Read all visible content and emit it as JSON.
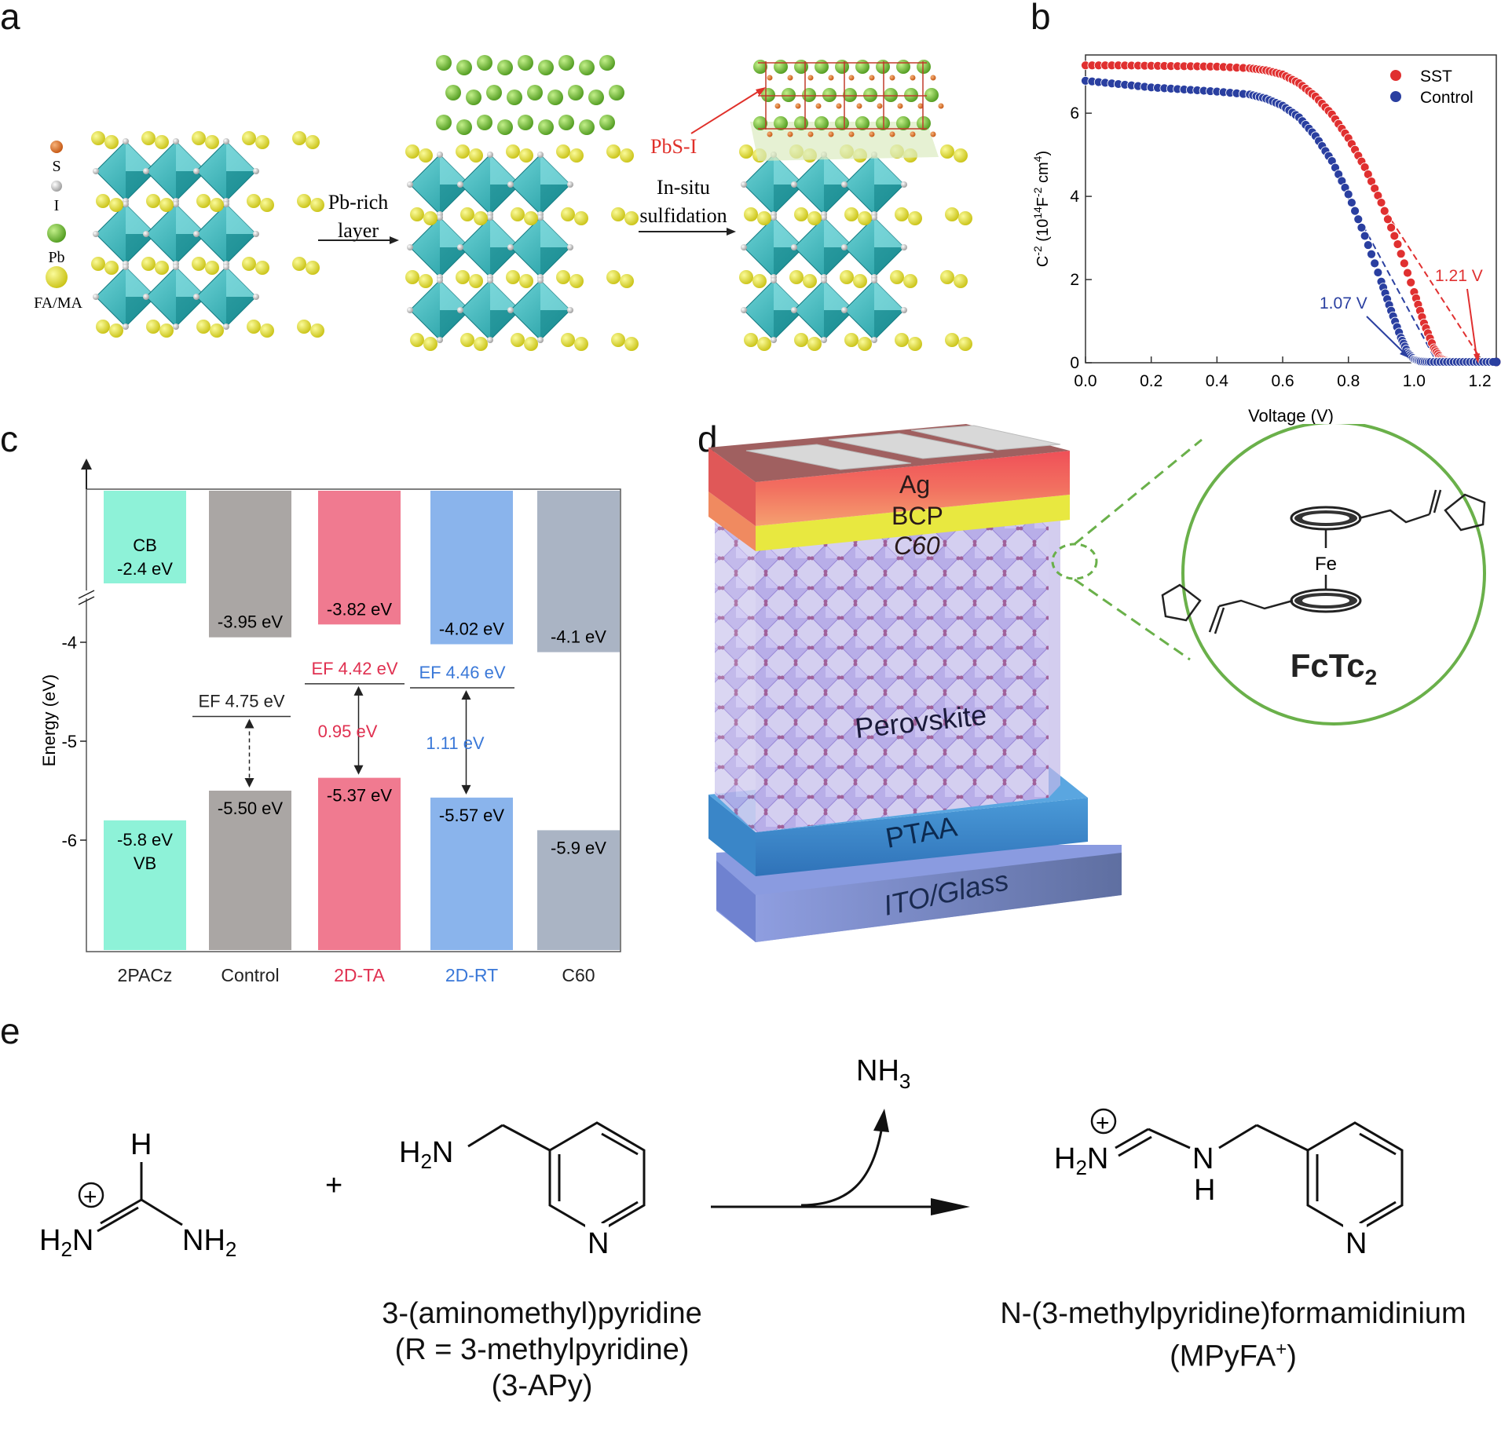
{
  "panels": {
    "a": {
      "letter": "a",
      "legend": [
        "S",
        "I",
        "Pb",
        "FA/MA"
      ],
      "colors": {
        "S": "#e07a2a",
        "I": "#cccccc",
        "Pb": "#7fc23a",
        "FA/MA": "#e5e52a",
        "octahedron": "#2fb3b8"
      },
      "arrow1": [
        "Pb-rich",
        "layer"
      ],
      "arrow2": [
        "In-situ",
        "sulfidation"
      ],
      "pbs_label": "PbS-I"
    },
    "b": {
      "letter": "b",
      "legend": [
        "SST",
        "Control"
      ],
      "annot_sst": "1.21 V",
      "annot_control": "1.07 V"
    },
    "c": {
      "letter": "c",
      "cb_label": "CB",
      "vb_label": "VB",
      "ef_labels": [
        "EF 4.75 eV",
        "EF 4.42 eV",
        "EF 4.46 eV"
      ],
      "gap_labels": [
        "0.95 eV",
        "1.11 eV"
      ]
    },
    "d": {
      "letter": "d",
      "layers": [
        "Ag",
        "BCP",
        "C60",
        "Perovskite",
        "PTAA",
        "ITO/Glass"
      ],
      "molecule_name": "FcTc",
      "molecule_sub": "2",
      "fe": "Fe"
    },
    "e": {
      "letter": "e",
      "plus": "+",
      "nh3": "NH",
      "nh3_sub": "3",
      "reactant1": {
        "h": "H",
        "left": "H",
        "left_sub": "2",
        "left_n": "N",
        "right": "NH",
        "right_sub": "2"
      },
      "reactant2": {
        "amine": "H",
        "amine_sub": "2",
        "amine_n": "N",
        "ring_n": "N"
      },
      "product": {
        "left": "H",
        "left_sub": "2",
        "left_n": "N",
        "nh": "N",
        "h": "H",
        "ring_n": "N"
      },
      "caption_left": [
        "3-(aminomethyl)pyridine",
        "(R = 3-methylpyridine)",
        "(3-APy)"
      ],
      "caption_right": [
        "N-(3-methylpyridine)formamidinium",
        "(MPyFA",
        "+",
        ")"
      ]
    }
  },
  "chart_data": [
    {
      "type": "scatter",
      "title": "",
      "xlabel": "Voltage (V)",
      "ylabel": "C-2 (1014F-2 cm4)",
      "xlim": [
        0.0,
        1.25
      ],
      "ylim": [
        0,
        7.4
      ],
      "xticks": [
        0.0,
        0.2,
        0.4,
        0.6,
        0.8,
        1.0,
        1.2
      ],
      "xtick_labels": [
        "0.0",
        "0.2",
        "0.4",
        "0.6",
        "0.8",
        "1.0",
        "1.2"
      ],
      "yticks": [
        0,
        2,
        4,
        6
      ],
      "ytick_labels": [
        "0",
        "2",
        "4",
        "6"
      ],
      "legend": "top-right",
      "series": [
        {
          "name": "SST",
          "color": "#e03030",
          "x": [
            0.0,
            0.1,
            0.2,
            0.3,
            0.4,
            0.5,
            0.55,
            0.6,
            0.65,
            0.7,
            0.75,
            0.8,
            0.85,
            0.9,
            0.95,
            1.0,
            1.03,
            1.06,
            1.08,
            1.1,
            1.15,
            1.2,
            1.25
          ],
          "y": [
            7.15,
            7.15,
            7.14,
            7.13,
            7.12,
            7.08,
            7.03,
            6.93,
            6.72,
            6.4,
            5.97,
            5.4,
            4.7,
            3.85,
            2.85,
            1.7,
            0.95,
            0.35,
            0.12,
            0.04,
            0.02,
            0.02,
            0.02
          ]
        },
        {
          "name": "Control",
          "color": "#2a3fa0",
          "x": [
            0.0,
            0.1,
            0.2,
            0.3,
            0.4,
            0.5,
            0.55,
            0.6,
            0.65,
            0.7,
            0.75,
            0.8,
            0.85,
            0.9,
            0.93,
            0.96,
            0.98,
            1.0,
            1.02,
            1.05,
            1.1,
            1.15,
            1.2,
            1.25
          ],
          "y": [
            6.78,
            6.7,
            6.62,
            6.57,
            6.52,
            6.45,
            6.35,
            6.18,
            5.9,
            5.45,
            4.85,
            4.05,
            3.05,
            1.95,
            1.25,
            0.6,
            0.25,
            0.08,
            0.03,
            0.02,
            0.02,
            0.02,
            0.02,
            0.02
          ]
        }
      ],
      "fit_lines": [
        {
          "series": "SST",
          "from": [
            0.88,
            4.05
          ],
          "to": [
            1.21,
            0
          ]
        },
        {
          "series": "Control",
          "from": [
            0.8,
            3.95
          ],
          "to": [
            1.07,
            0
          ]
        }
      ]
    },
    {
      "type": "bar",
      "title": "",
      "ylabel": "Energy (eV)",
      "categories": [
        "2PACz",
        "Control",
        "2D-TA",
        "2D-RT",
        "C60"
      ],
      "category_colors": [
        "#8ef2d8",
        "#aaa6a4",
        "#f07a90",
        "#8ab4ec",
        "#aab4c4"
      ],
      "category_label_colors": [
        "#222222",
        "#222222",
        "#e03050",
        "#3a78d8",
        "#222222"
      ],
      "yticks": [
        -4,
        -5,
        -6
      ],
      "ytick_labels": [
        "-4",
        "-5",
        "-6"
      ],
      "cb_values": [
        -2.4,
        -3.95,
        -3.82,
        -4.02,
        -4.1
      ],
      "cb_labels": [
        "-2.4 eV",
        "-3.95 eV",
        "-3.82 eV",
        "-4.02 eV",
        "-4.1 eV"
      ],
      "vb_values": [
        -5.8,
        -5.5,
        -5.37,
        -5.57,
        -5.9
      ],
      "vb_labels": [
        "-5.8 eV",
        "-5.50 eV",
        "-5.37 eV",
        "-5.57 eV",
        "-5.9 eV"
      ],
      "ef_values": [
        null,
        -4.75,
        -4.42,
        -4.46,
        null
      ],
      "axis_break": true
    }
  ]
}
